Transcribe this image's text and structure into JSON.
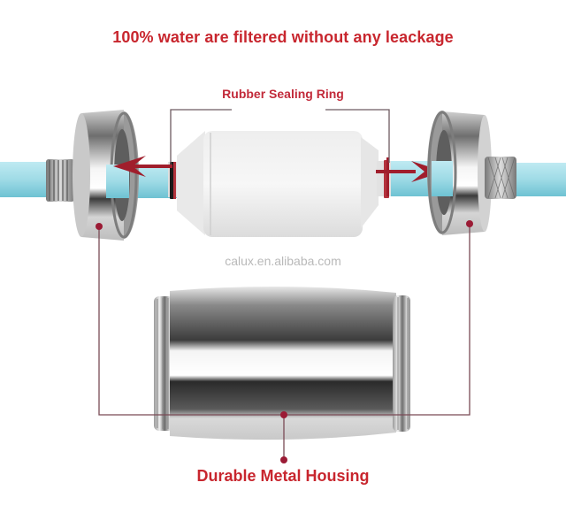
{
  "headline": "100% water are filtered without any leackage",
  "labels": {
    "rubber_sealing_ring": "Rubber Sealing Ring",
    "durable_metal_housing": "Durable Metal Housing"
  },
  "watermark": "calux.en.alibaba.com",
  "colors": {
    "headline_red": "#c8262e",
    "label_red": "#c22a3a",
    "connector_line": "#7a4a55",
    "connector_dot": "#9b1b35",
    "water_blue": "#9fdbe6",
    "watermark_gray": "#b9b9b9"
  },
  "illustration": {
    "components": [
      {
        "name": "left-end-cap",
        "material": "chrome metal"
      },
      {
        "name": "filter-cartridge",
        "material": "white plastic"
      },
      {
        "name": "right-end-cap",
        "material": "chrome metal"
      },
      {
        "name": "metal-housing",
        "material": "chrome metal"
      }
    ],
    "flow_arrows": [
      "left-arrow",
      "right-arrow"
    ]
  }
}
